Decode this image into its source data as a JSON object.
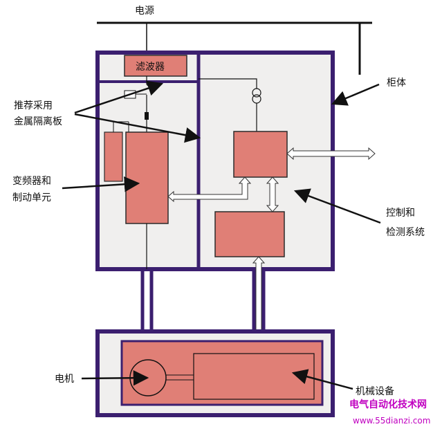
{
  "labels": {
    "power_supply": "电源",
    "filter": "滤波器",
    "cabinet": "柜体",
    "metal_plate_line1": "推荐采用",
    "metal_plate_line2": "金属隔离板",
    "inverter_line1": "变频器和",
    "inverter_line2": "制动单元",
    "control_line1": "控制和",
    "control_line2": "检测系统",
    "motor": "电机",
    "machinery": "机械设备"
  },
  "watermark": {
    "site_name": "电气自动化技术网",
    "url": "www.55dianzi.com"
  },
  "colors": {
    "frame": "#3b1f6f",
    "block_fill": "#e07f76",
    "block_stroke": "#2a2a2a",
    "cabinet_fill": "#f0efee",
    "watermark": "#c000c0"
  }
}
